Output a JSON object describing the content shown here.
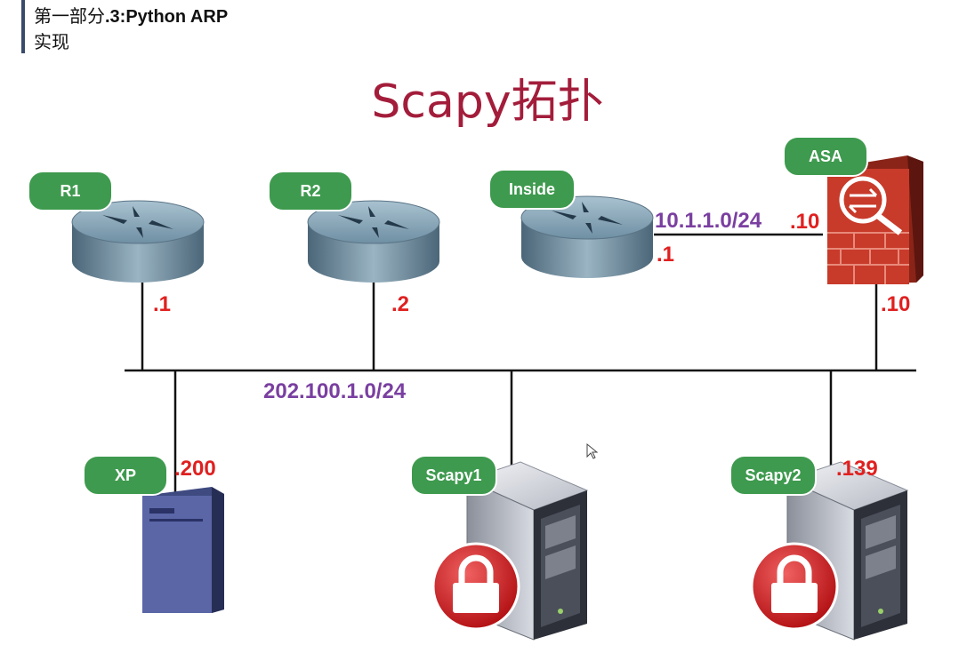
{
  "header": {
    "line1_cn": "第一部分",
    "line1_en": ".3:Python ARP",
    "line2": "实现"
  },
  "title": "Scapy拓扑",
  "devices": {
    "r1": "R1",
    "r2": "R2",
    "inside": "Inside",
    "asa": "ASA",
    "xp": "XP",
    "scapy1": "Scapy1",
    "scapy2": "Scapy2"
  },
  "ips": {
    "r1": ".1",
    "r2": ".2",
    "inside": ".1",
    "asa_inside": ".10",
    "asa_outside": ".10",
    "xp": ".200",
    "scapy2": ".139"
  },
  "networks": {
    "inside_net": "10.1.1.0/24",
    "lan": "202.100.1.0/24"
  },
  "colors": {
    "title": "#a31d3b",
    "tag": "#3e9a4e",
    "ip": "#e02020",
    "network": "#7a3fa0"
  }
}
